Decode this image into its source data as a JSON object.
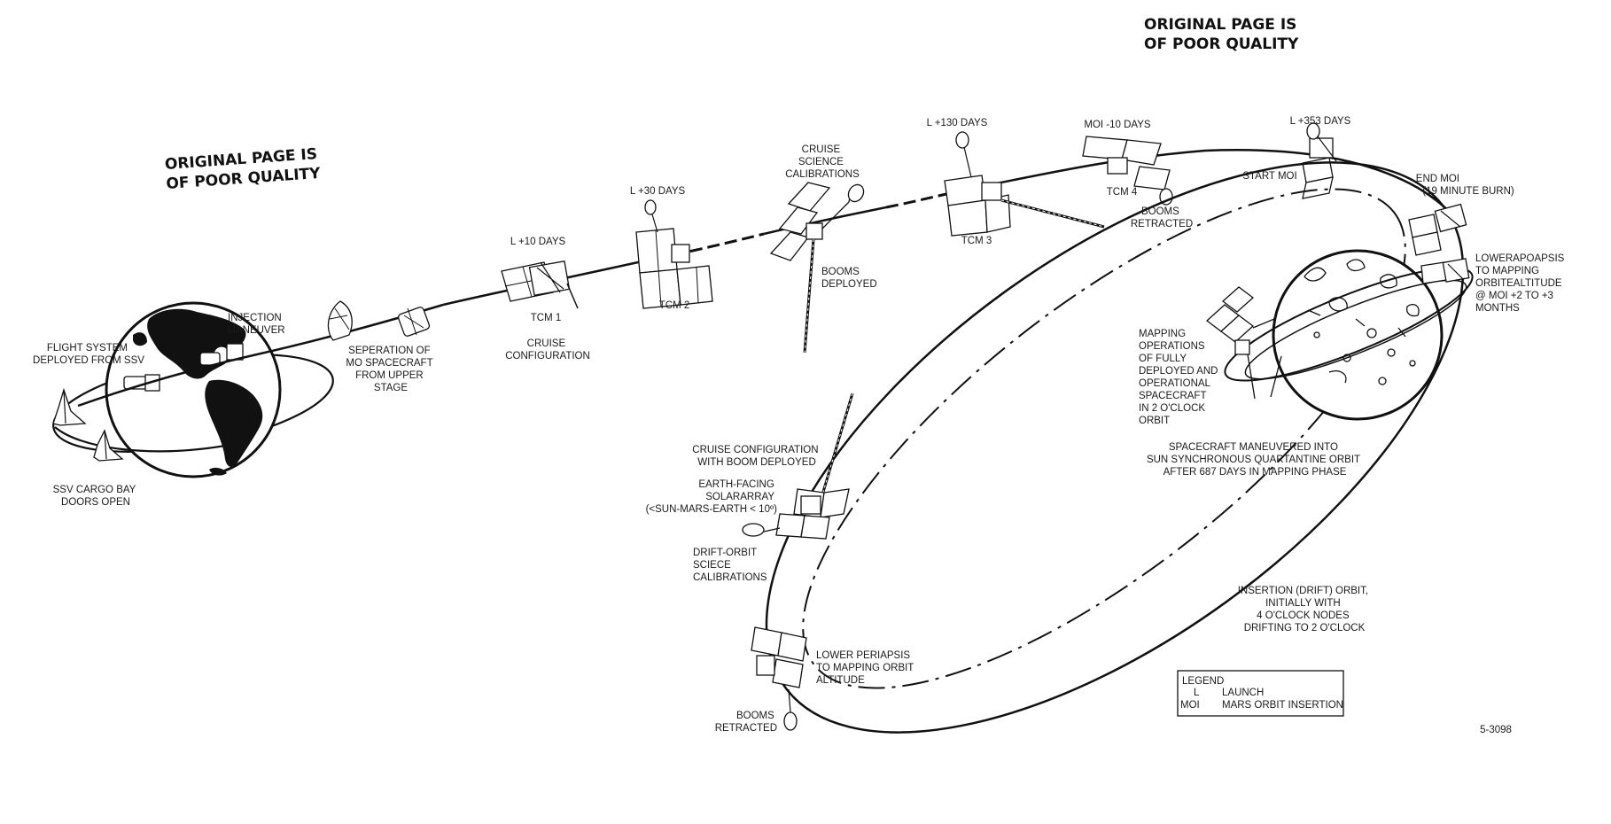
{
  "stamps": {
    "top_right": [
      "ORIGINAL PAGE IS",
      "OF POOR QUALITY"
    ],
    "left": [
      "ORIGINAL PAGE IS",
      "OF POOR QUALITY"
    ]
  },
  "labels": {
    "flight_system": [
      "FLIGHT SYSTEM",
      "DEPLOYED FROM SSV"
    ],
    "injection": [
      "INJECTION",
      "MANEUVER"
    ],
    "ssv_cargo": [
      "SSV CARGO BAY",
      "DOORS OPEN"
    ],
    "separation": [
      "SEPERATION OF",
      "MO SPACECRAFT",
      "FROM UPPER",
      "STAGE"
    ],
    "l10": [
      "L +10 DAYS"
    ],
    "tcm1": [
      "TCM 1"
    ],
    "cruise_config": [
      "CRUISE",
      "CONFIGURATION"
    ],
    "l30": [
      "L +30 DAYS"
    ],
    "tcm2": [
      "TCM 2"
    ],
    "cruise_science": [
      "CRUISE",
      "SCIENCE",
      "CALIBRATIONS"
    ],
    "booms_deployed": [
      "BOOMS",
      "DEPLOYED"
    ],
    "l130": [
      "L +130 DAYS"
    ],
    "tcm3": [
      "TCM 3"
    ],
    "moi_minus10": [
      "MOI -10 DAYS"
    ],
    "tcm4": [
      "TCM 4"
    ],
    "booms_retracted_top": [
      "BOOMS",
      "RETRACTED"
    ],
    "l353": [
      "L +353 DAYS"
    ],
    "start_moi": [
      "START MOI"
    ],
    "end_moi": [
      "END MOI",
      "(19 MINUTE BURN)"
    ],
    "lower_apoapsis": [
      "LOWERAPOAPSIS",
      "TO MAPPING",
      "ORBITEALTITUDE",
      "@ MOI +2 TO +3",
      "MONTHS"
    ],
    "mapping_ops": [
      "MAPPING",
      "OPERATIONS",
      "OF FULLY",
      "DEPLOYED AND",
      "OPERATIONAL",
      "SPACECRAFT",
      "IN 2 O'CLOCK",
      "ORBIT"
    ],
    "sun_sync": [
      "SPACECRAFT MANEUVERED INTO",
      "SUN SYNCHRONOUS QUARTANTINE ORBIT",
      "AFTER 687 DAYS IN MAPPING PHASE"
    ],
    "cruise_boom": [
      "CRUISE CONFIGURATION",
      "WITH BOOM DEPLOYED"
    ],
    "earth_facing": [
      "EARTH-FACING",
      "SOLARARRAY",
      "(<SUN-MARS-EARTH < 10º)"
    ],
    "drift_orbit": [
      "DRIFT-ORBIT",
      "SCIECE",
      "CALIBRATIONS"
    ],
    "insertion": [
      "INSERTION (DRIFT) ORBIT,",
      "INITIALLY WITH",
      "4 O'CLOCK NODES",
      "DRIFTING TO 2 O'CLOCK"
    ],
    "lower_periapsis": [
      "LOWER PERIAPSIS",
      "TO MAPPING ORBIT",
      "ALTITUDE"
    ],
    "booms_retracted_bottom": [
      "BOOMS",
      "RETRACTED"
    ],
    "figure_number": [
      "5-3098"
    ]
  },
  "legend": {
    "title": "LEGEND",
    "rows": [
      {
        "key": "L",
        "value": "LAUNCH"
      },
      {
        "key": "MOI",
        "value": "MARS ORBIT INSERTION"
      }
    ]
  }
}
